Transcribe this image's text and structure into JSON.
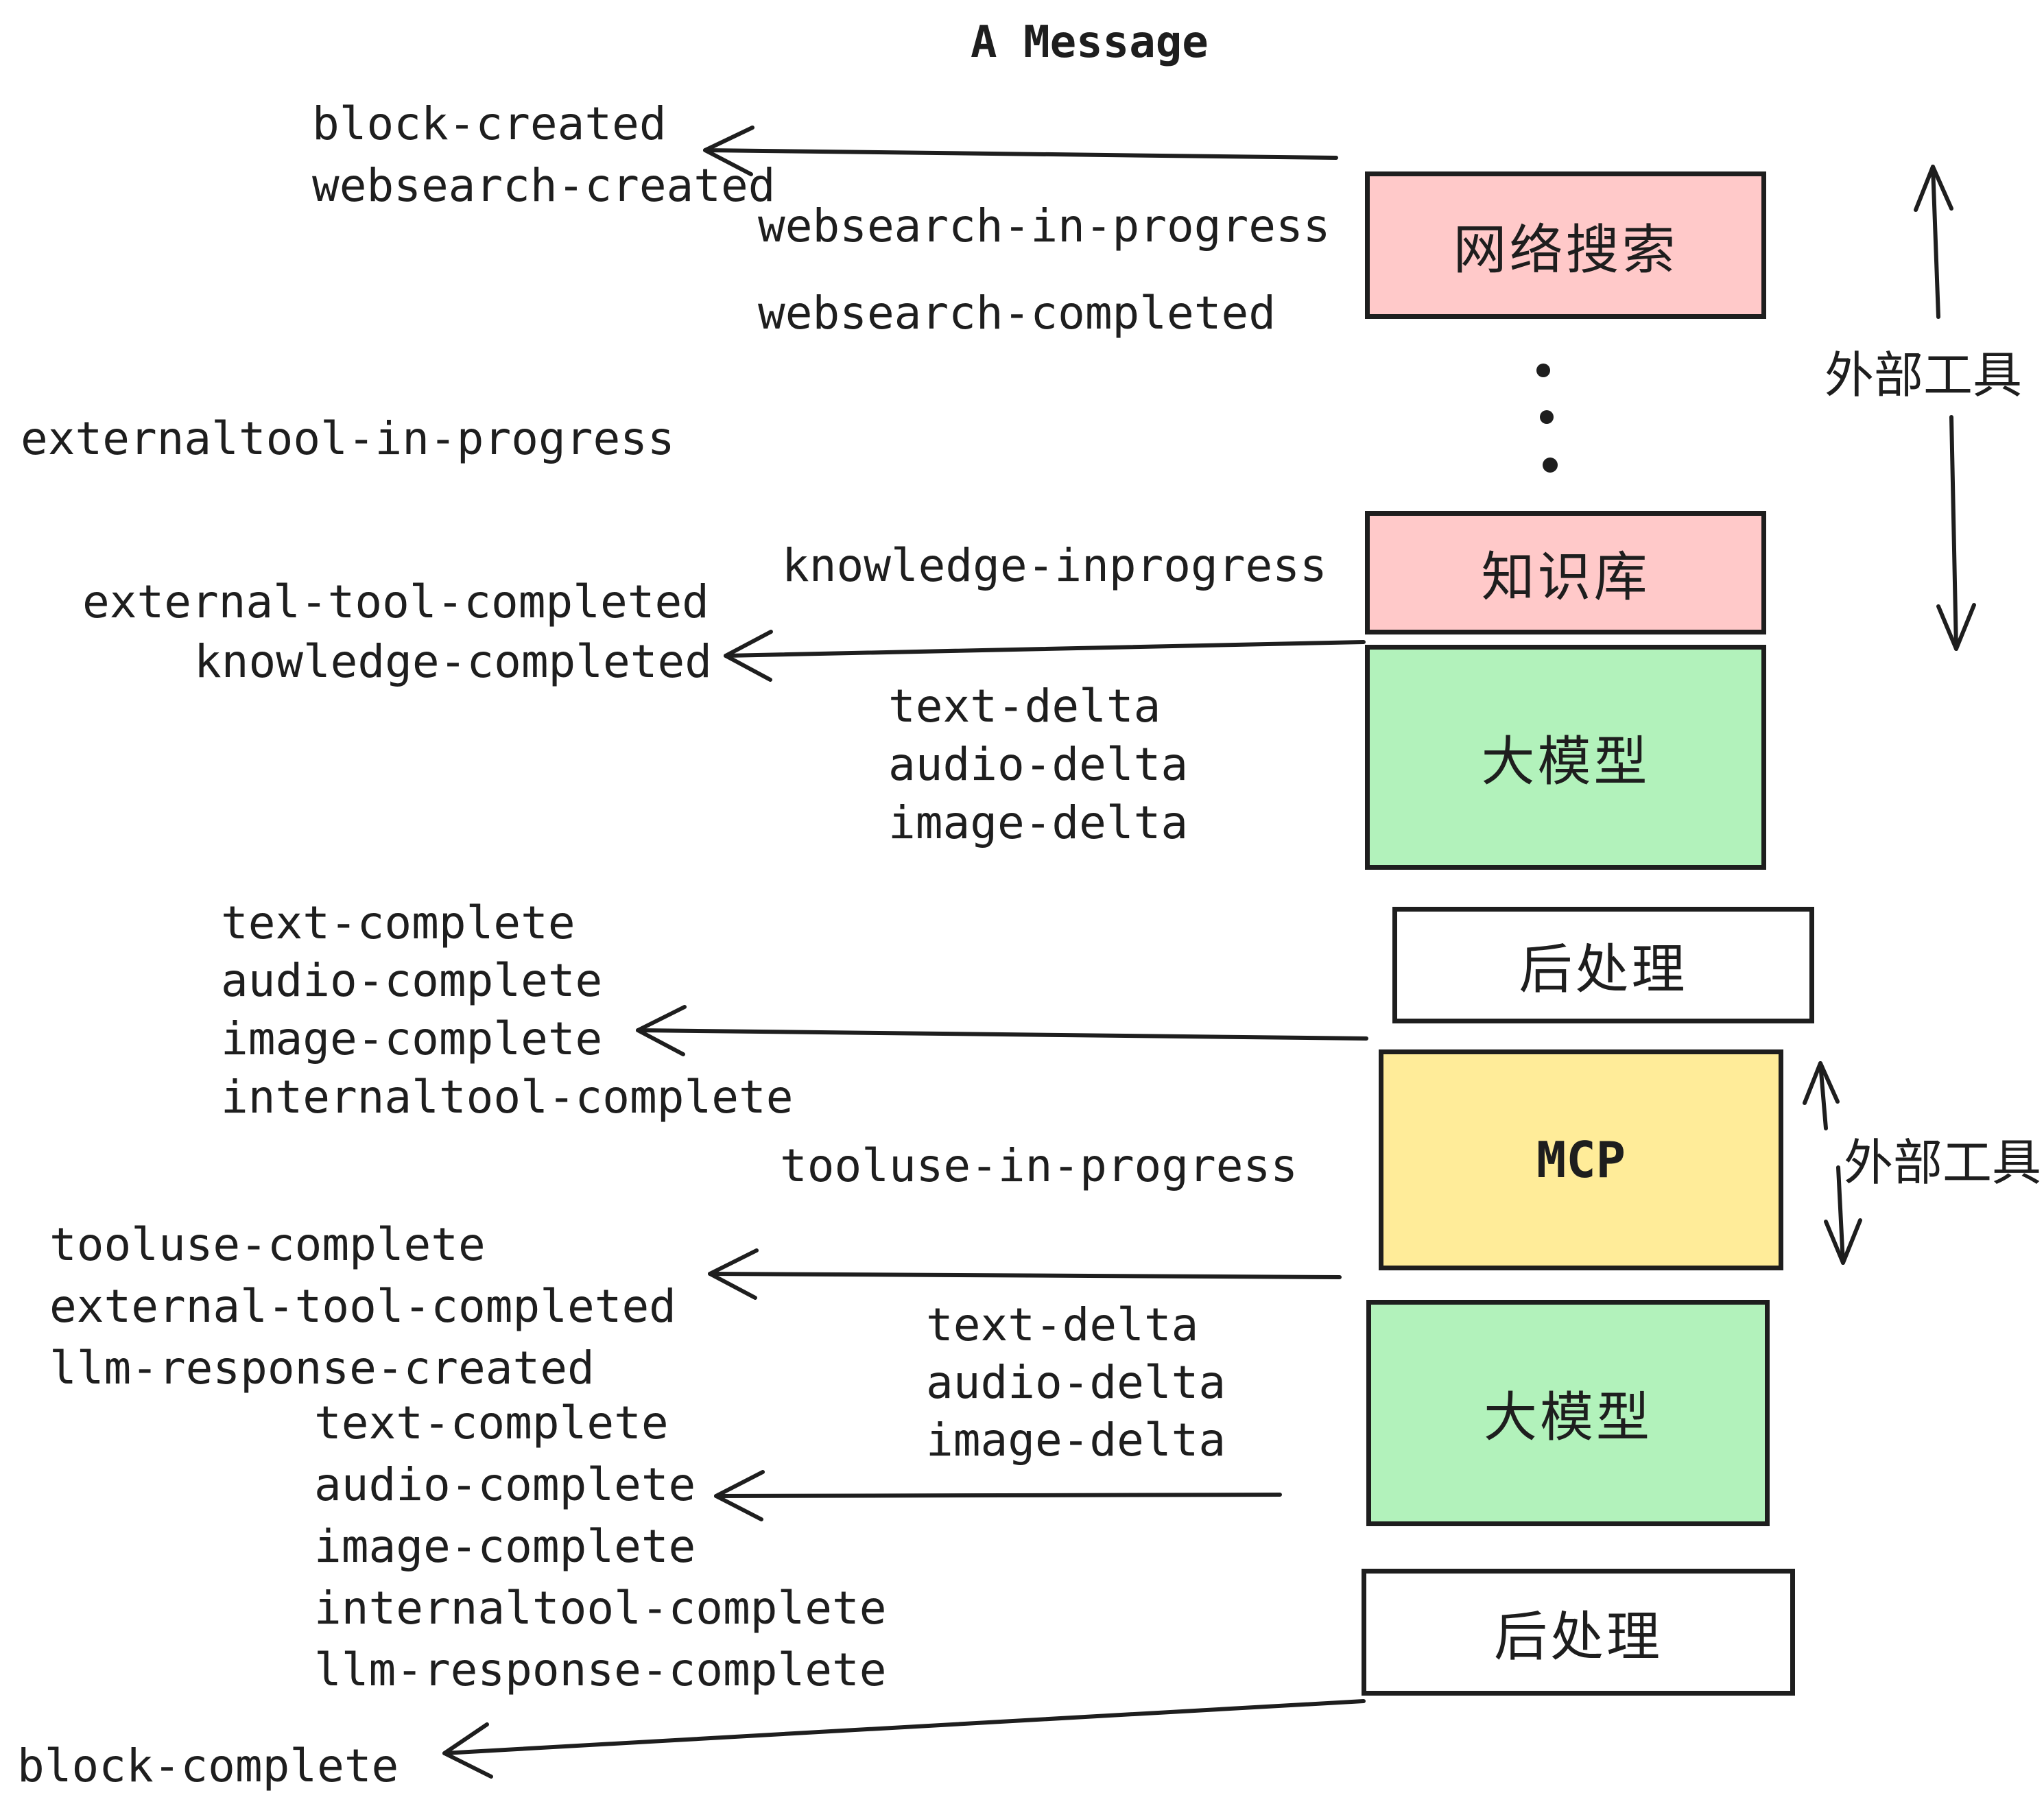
{
  "title": "A Message",
  "events": {
    "block_created": "block-created",
    "websearch_created": "websearch-created",
    "websearch_in_progress": "websearch-in-progress",
    "websearch_completed": "websearch-completed",
    "externaltool_in_progress": "externaltool-in-progress",
    "knowledge_inprogress": "knowledge-inprogress",
    "external_tool_completed_1": "external-tool-completed",
    "knowledge_completed": "knowledge-completed",
    "text_delta_1": "text-delta",
    "audio_delta_1": "audio-delta",
    "image_delta_1": "image-delta",
    "text_complete_1": "text-complete",
    "audio_complete_1": "audio-complete",
    "image_complete_1": "image-complete",
    "internaltool_complete_1": "internaltool-complete",
    "tooluse_in_progress": "tooluse-in-progress",
    "tooluse_complete": "tooluse-complete",
    "external_tool_completed_2": "external-tool-completed",
    "llm_response_created": "llm-response-created",
    "text_delta_2": "text-delta",
    "audio_delta_2": "audio-delta",
    "image_delta_2": "image-delta",
    "text_complete_2": "text-complete",
    "audio_complete_2": "audio-complete",
    "image_complete_2": "image-complete",
    "internaltool_complete_2": "internaltool-complete",
    "llm_response_complete": "llm-response-complete",
    "block_complete": "block-complete"
  },
  "boxes": {
    "websearch": "网络搜索",
    "knowledge": "知识库",
    "llm_1": "大模型",
    "postprocess_1": "后处理",
    "mcp": "MCP",
    "llm_2": "大模型",
    "postprocess_2": "后处理"
  },
  "annotations": {
    "external_tools_top": "外部工具",
    "external_tools_mcp": "外部工具"
  },
  "colors": {
    "pink": "#ffc9c9",
    "green": "#b2f2bb",
    "yellow": "#ffec99",
    "white": "#ffffff",
    "stroke": "#1e1e1e",
    "background": "#ffffff"
  }
}
